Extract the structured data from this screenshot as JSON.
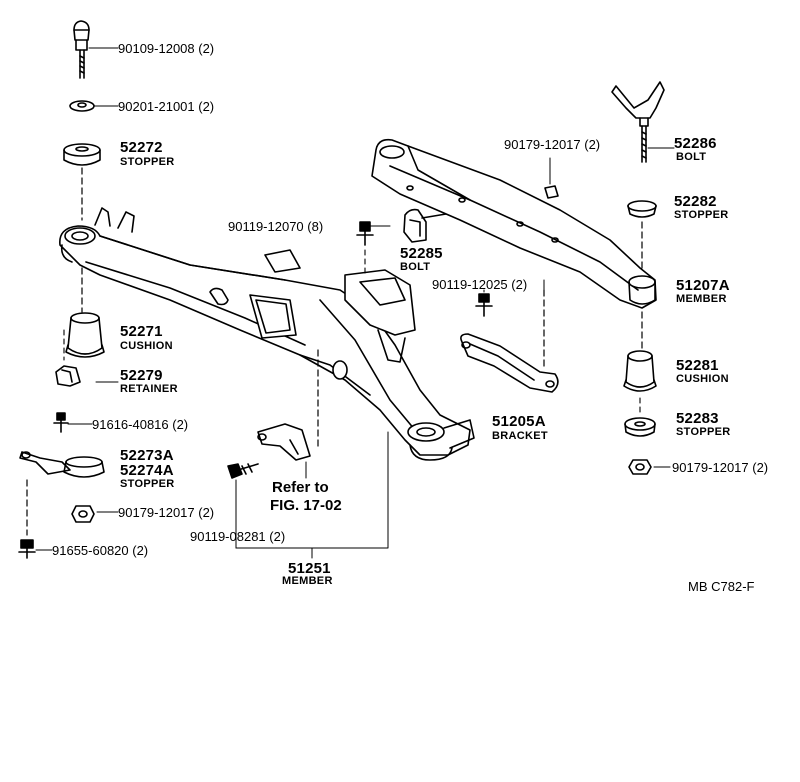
{
  "labels": {
    "p90109": "90109-12008 (2)",
    "p90201": "90201-21001 (2)",
    "p52272": "52272",
    "p52272_name": "STOPPER",
    "p90119_12070": "90119-12070 (8)",
    "p52285": "52285",
    "p52285_name": "BOLT",
    "p90179_top": "90179-12017 (2)",
    "p52286": "52286",
    "p52286_name": "BOLT",
    "p52282": "52282",
    "p52282_name": "STOPPER",
    "p51207a": "51207A",
    "p51207a_name": "MEMBER",
    "p90119_12025": "90119-12025 (2)",
    "p52271": "52271",
    "p52271_name": "CUSHION",
    "p52279": "52279",
    "p52279_name": "RETAINER",
    "p52281": "52281",
    "p52281_name": "CUSHION",
    "p91616": "91616-40816 (2)",
    "p51205a": "51205A",
    "p51205a_name": "BRACKET",
    "p52283": "52283",
    "p52283_name": "STOPPER",
    "p52273a": "52273A",
    "p52274a": "52274A",
    "p5227x_name": "STOPPER",
    "p90179_right": "90179-12017 (2)",
    "refer_line1": "Refer to",
    "refer_line2": "FIG. 17-02",
    "p90179_left": "90179-12017 (2)",
    "p90119_08281": "90119-08281 (2)",
    "p91655": "91655-60820 (2)",
    "p51251": "51251",
    "p51251_name": "MEMBER",
    "code": "MB  C782-F"
  }
}
